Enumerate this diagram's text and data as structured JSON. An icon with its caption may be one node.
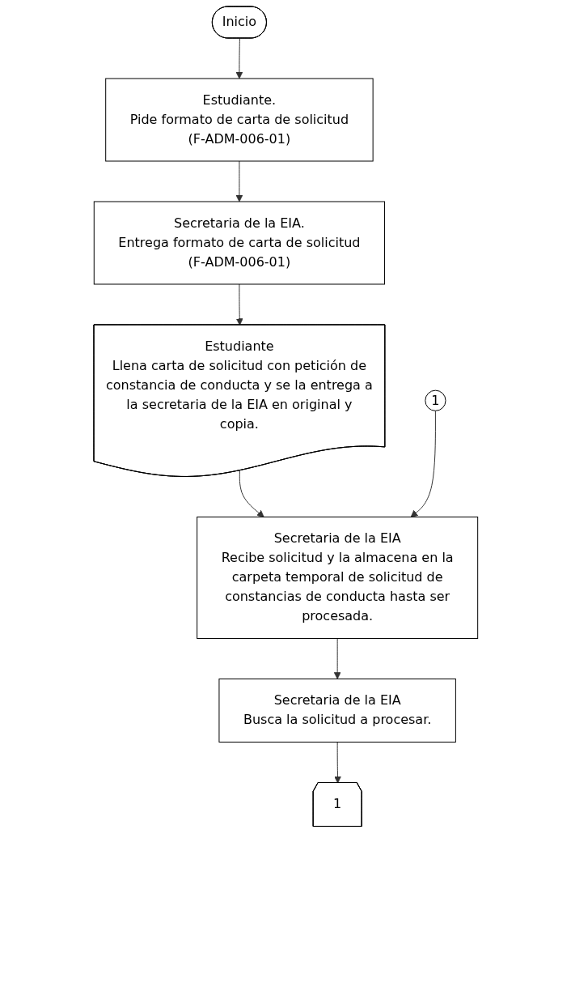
{
  "diagram": {
    "nodes": [
      {
        "text": [
          "Inicio"
        ]
      },
      {
        "text": [
          "Estudiante.",
          "Pide formato de carta de solicitud (F-ADM-006-01)"
        ]
      },
      {
        "text": [
          "Secretaria de la EIA.",
          "Entrega formato de carta de solicitud (F-ADM-006-01)"
        ]
      },
      {
        "text": [
          "Estudiante",
          "Llena carta de solicitud con petición de constancia de conducta y se la entrega a la secretaria de la EIA en original y copia."
        ]
      },
      {
        "text": [
          "1"
        ]
      },
      {
        "text": [
          "Secretaria de la EIA",
          "Recibe solicitud y la almacena en la carpeta temporal de solicitud de constancias de conducta hasta ser procesada."
        ]
      },
      {
        "text": [
          "Secretaria de la EIA",
          "Busca la solicitud a procesar."
        ]
      },
      {
        "text": [
          "1"
        ]
      }
    ],
    "edges": [
      {
        "from": 0,
        "to": 1,
        "arrow": "to"
      },
      {
        "from": 1,
        "to": 2,
        "arrow": "to"
      },
      {
        "from": 2,
        "to": 3,
        "arrow": "to"
      },
      {
        "from": 3,
        "to": 5,
        "arrow": "to"
      },
      {
        "from": 4,
        "to": 5,
        "arrow": "to"
      },
      {
        "from": 5,
        "to": 6,
        "arrow": "to"
      },
      {
        "from": 6,
        "to": 7,
        "arrow": "to"
      }
    ]
  }
}
